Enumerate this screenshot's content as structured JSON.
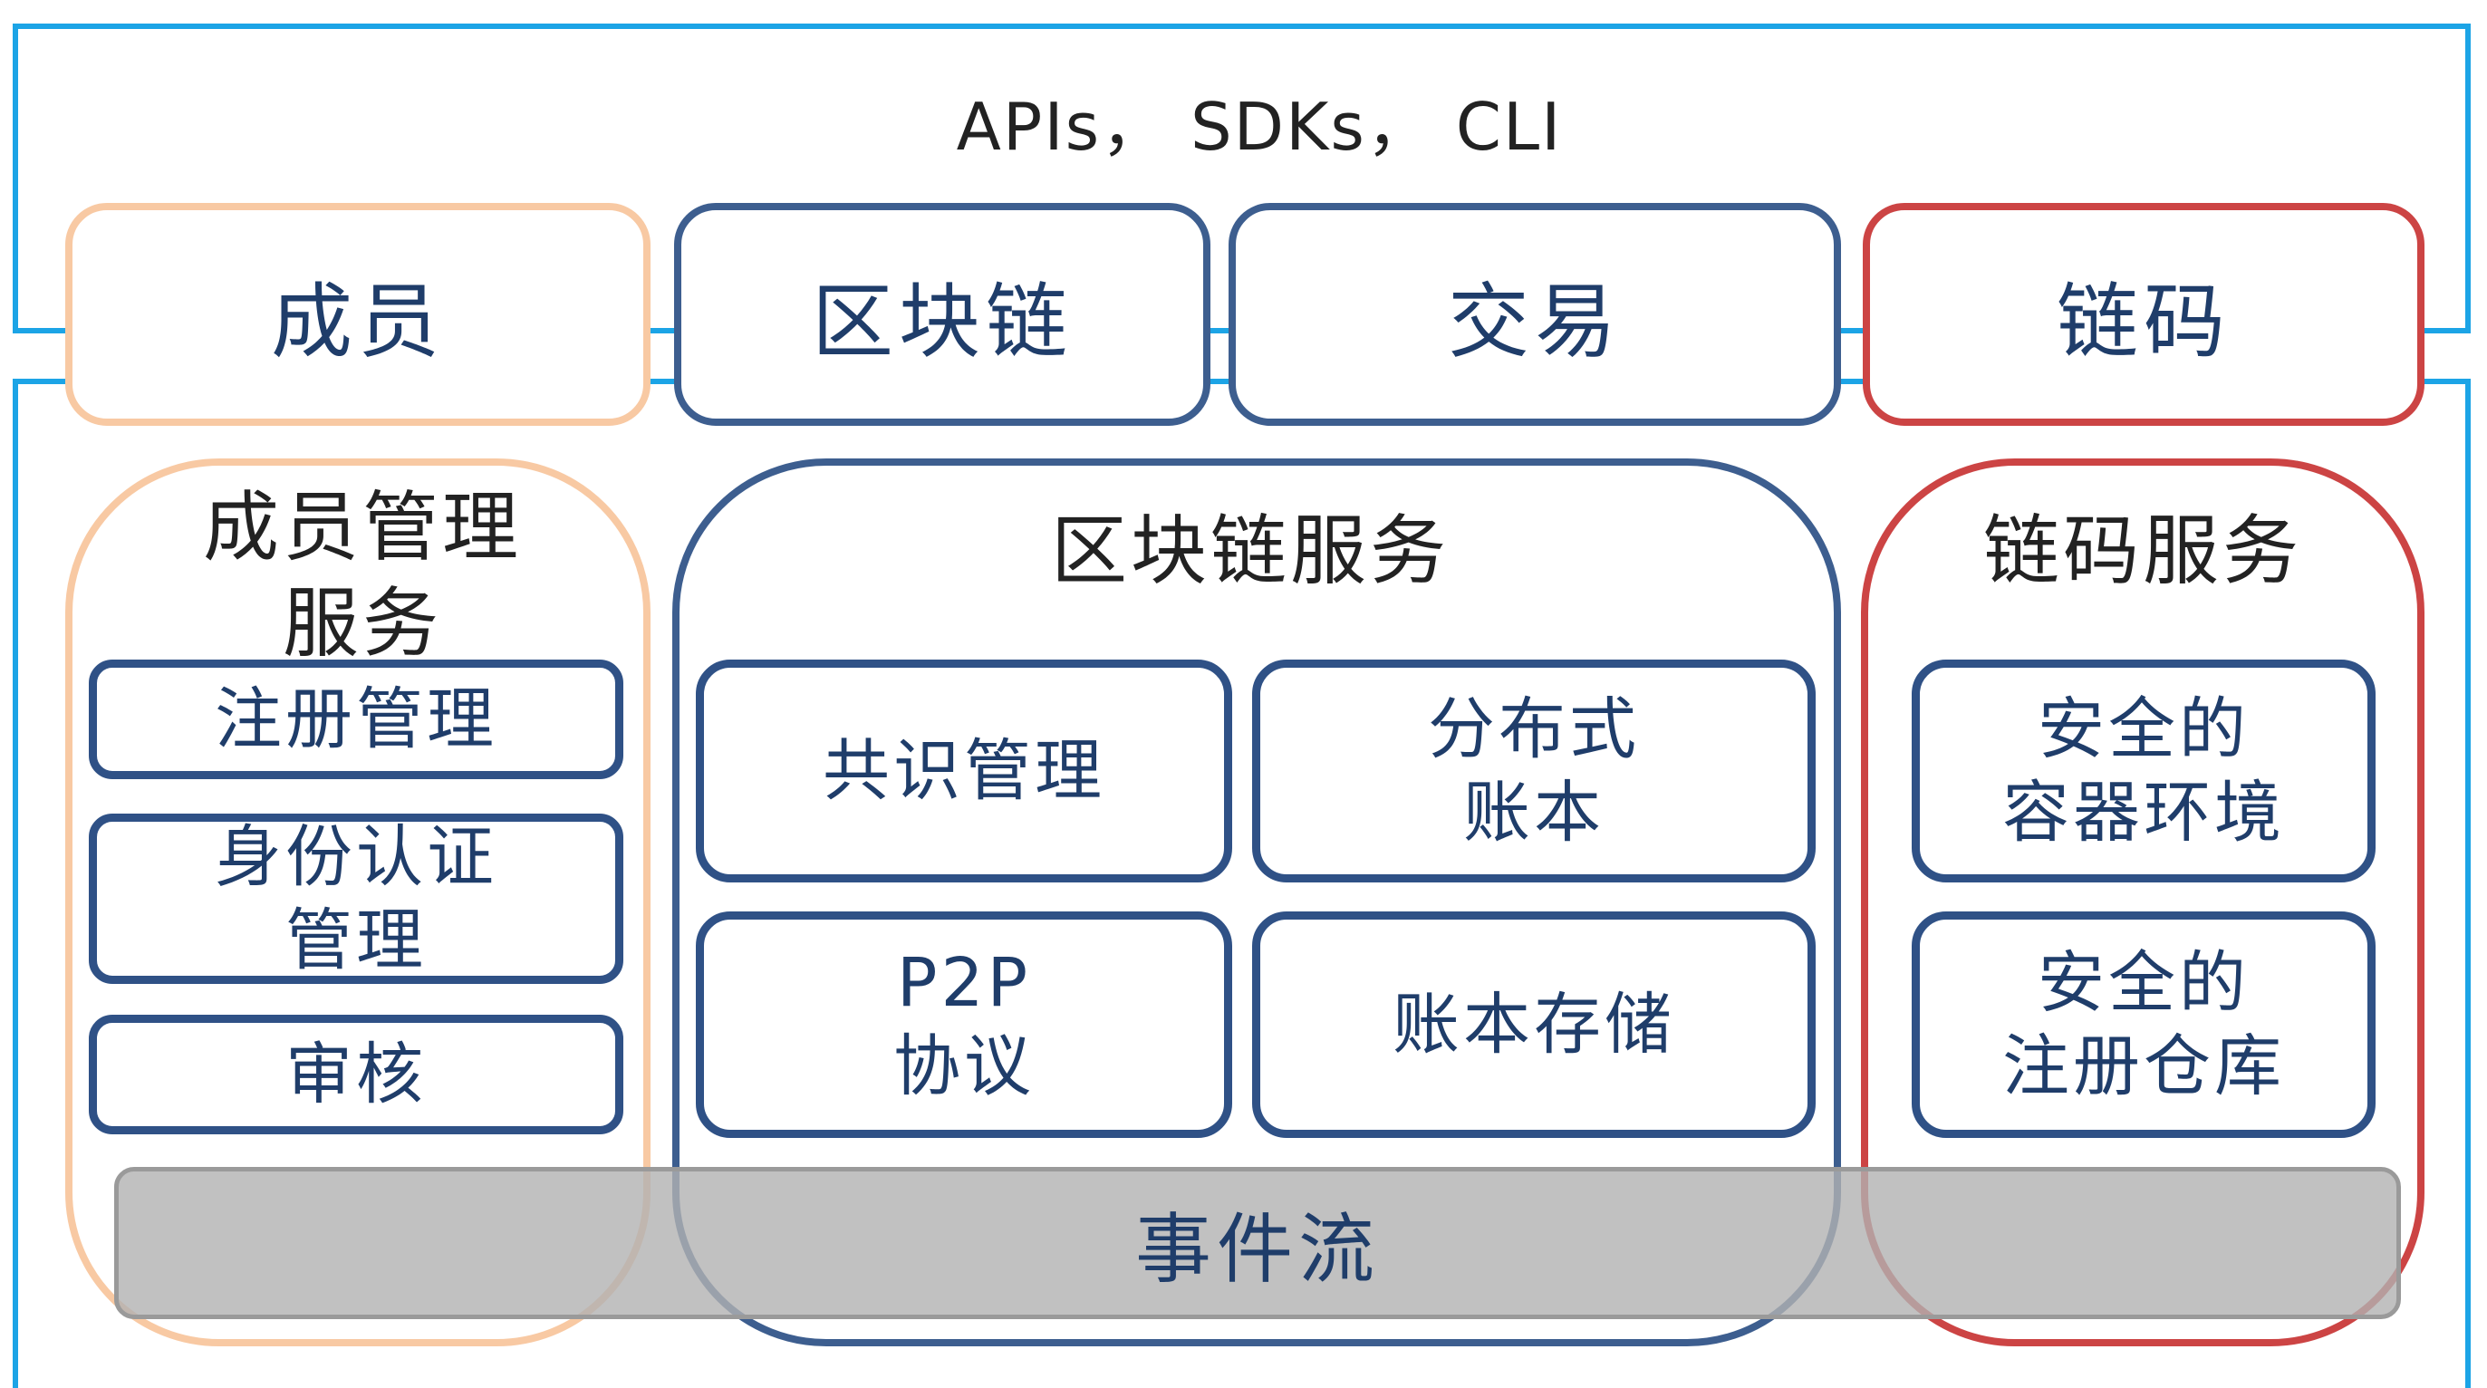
{
  "diagram": {
    "api_bar": {
      "label": "APIs， SDKs， CLI"
    },
    "tabs": [
      {
        "label": "成员"
      },
      {
        "label": "区块链"
      },
      {
        "label": "交易"
      },
      {
        "label": "链码"
      }
    ],
    "groups": {
      "membership": {
        "title": "成员管理\n服务",
        "items": [
          "注册管理",
          "身份认证\n管理",
          "审核"
        ]
      },
      "blockchain": {
        "title": "区块链服务",
        "items": [
          "共识管理",
          "分布式\n账本",
          "P2P\n协议",
          "账本存储"
        ]
      },
      "chaincode": {
        "title": "链码服务",
        "items": [
          "安全的\n容器环境",
          "安全的\n注册仓库"
        ]
      }
    },
    "event_stream": {
      "label": "事件流"
    },
    "colors": {
      "frame": "#1ca4e6",
      "membership": "#f8c9a3",
      "blockchain": "#3d5e8f",
      "chaincode": "#cc4444",
      "service_border": "#2f5186",
      "label_text": "#1f3d6a",
      "event_bar": "#b2b2b2"
    }
  }
}
